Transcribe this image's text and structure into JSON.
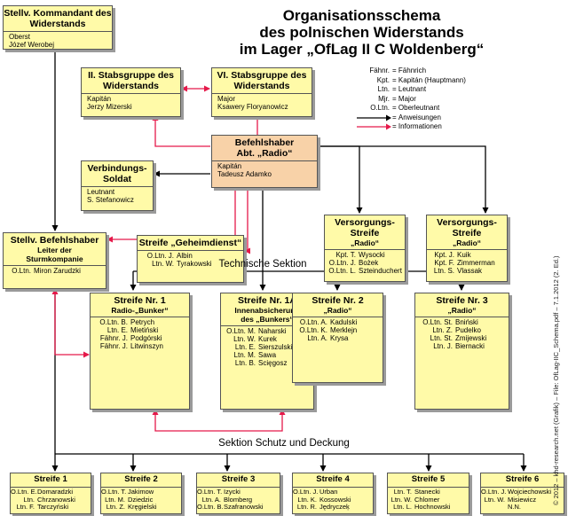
{
  "title": [
    "Organisationsschema",
    "des polnischen Widerstands",
    "im Lager „OfLag II C Woldenberg“"
  ],
  "colors": {
    "box": "#fffaa8",
    "hq": "#f8d2a8",
    "red": "#e5194a",
    "black": "#000000"
  },
  "legend": {
    "abbr": [
      {
        "a": "Fähnr.",
        "b": "Fähnrich"
      },
      {
        "a": "Kpt.",
        "b": "Kapitán (Hauptmann)"
      },
      {
        "a": "Ltn.",
        "b": "Leutnant"
      },
      {
        "a": "Mjr.",
        "b": "Major"
      },
      {
        "a": "O.Ltn.",
        "b": "Oberleutnant"
      }
    ],
    "black_arrow": "Anweisungen",
    "red_arrow": "Informationen"
  },
  "section_tech": "Technische Sektion",
  "section_schutz": "Sektion Schutz und Deckung",
  "copyright": "© 2012 – khd-research.net (Grafik) – File: OfLag-IIC_Schema.pdf – 7.1.2012 (2. Ed.)",
  "boxes": {
    "kommandant": {
      "title": "Stellv. Kommandant des Widerstands",
      "members": [
        "Oberst",
        "Józef Werobej"
      ]
    },
    "stab2": {
      "title": "II. Stabsgruppe des Widerstands",
      "members": [
        "Kapitán",
        "Jerzy Mizerski"
      ]
    },
    "stab6": {
      "title": "VI. Stabsgruppe des Widerstands",
      "members": [
        "Major",
        "Ksawery Floryanowicz"
      ]
    },
    "befehl": {
      "title": "Befehlshaber",
      "subtitle": "Abt. „Radio“",
      "members": [
        "Kapitán",
        "Tadeusz Adamko"
      ]
    },
    "verbindung": {
      "title": "Verbindungs- Soldat",
      "members": [
        "Leutnant",
        "S. Stefanowicz"
      ]
    },
    "sturm": {
      "title": "Stellv. Befehlshaber",
      "subtitle": "Leiter der Sturmkompanie",
      "rows": [
        {
          "r": "O.Ltn.",
          "n": "Miron Zarudzki"
        }
      ]
    },
    "geheim": {
      "title": "Streife „Geheimdienst“",
      "rows": [
        {
          "r": "O.Ltn. J.",
          "n": "Albin"
        },
        {
          "r": "Ltn. W.",
          "n": "Tyrakowski"
        }
      ]
    },
    "vers1": {
      "title": "Versorgungs- Streife",
      "subtitle": "„Radio“",
      "rows": [
        {
          "r": "Kpt. T.",
          "n": "Wysocki"
        },
        {
          "r": "O.Ltn. J.",
          "n": "Bożek"
        },
        {
          "r": "O.Ltn. L.",
          "n": "Szteinduchert"
        }
      ]
    },
    "vers2": {
      "title": "Versorgungs- Streife",
      "subtitle": "„Radio“",
      "rows": [
        {
          "r": "Kpt. J.",
          "n": "Kuik"
        },
        {
          "r": "Kpt. F.",
          "n": "Zimmerman"
        },
        {
          "r": "Ltn. S.",
          "n": "Vlassak"
        }
      ]
    },
    "s1": {
      "title": "Streife Nr. 1",
      "subtitle": "Radio-„Bunker“",
      "rows": [
        {
          "r": "O.Ltn. B.",
          "n": "Petrych"
        },
        {
          "r": "Ltn. E.",
          "n": "Mietiński"
        },
        {
          "r": "Fähnr. J.",
          "n": "Podgórski"
        },
        {
          "r": "Fähnr. J.",
          "n": "Litwinszyn"
        }
      ]
    },
    "s1a": {
      "title": "Streife Nr. 1A",
      "subtitle": "Innenabsicherung des „Bunkers“",
      "rows": [
        {
          "r": "O.Ltn. M.",
          "n": "Naharski"
        },
        {
          "r": "Ltn. W.",
          "n": "Kurek"
        },
        {
          "r": "Ltn. E.",
          "n": "Sierszulski"
        },
        {
          "r": "Ltn. M.",
          "n": "Sawa"
        },
        {
          "r": "Ltn. B.",
          "n": "Scięgosz"
        }
      ]
    },
    "s2": {
      "title": "Streife Nr. 2",
      "subtitle": "„Radio“",
      "rows": [
        {
          "r": "O.Ltn. A.",
          "n": "Kadulski"
        },
        {
          "r": "O.Ltn. K.",
          "n": "Merklejn"
        },
        {
          "r": "Ltn. A.",
          "n": "Krysa"
        }
      ]
    },
    "s3": {
      "title": "Streife Nr. 3",
      "subtitle": "„Radio“",
      "rows": [
        {
          "r": "O.Ltn. St.",
          "n": "Bniński"
        },
        {
          "r": "Ltn. Z.",
          "n": "Pudelko"
        },
        {
          "r": "Ltn. St.",
          "n": "Zmijewski"
        },
        {
          "r": "Ltn. J.",
          "n": "Biernacki"
        }
      ]
    },
    "b1": {
      "title": "Streife 1",
      "rows": [
        {
          "r": "O.Ltn. E.",
          "n": "Domaradzki"
        },
        {
          "r": "Ltn.",
          "n": "Chrzanowski"
        },
        {
          "r": "Ltn. F.",
          "n": "Tarczyński"
        }
      ]
    },
    "b2": {
      "title": "Streife 2",
      "rows": [
        {
          "r": "O.Ltn. T.",
          "n": "Jakimow"
        },
        {
          "r": "Ltn. M.",
          "n": "Dziedzic"
        },
        {
          "r": "Ltn. Z.",
          "n": "Kręgielski"
        }
      ]
    },
    "b3": {
      "title": "Streife 3",
      "rows": [
        {
          "r": "O.Ltn. T.",
          "n": "Izycki"
        },
        {
          "r": "Ltn. A.",
          "n": "Blomberg"
        },
        {
          "r": "O.Ltn. B.",
          "n": "Szafranowski"
        }
      ]
    },
    "b4": {
      "title": "Streife 4",
      "rows": [
        {
          "r": "O.Ltn. J.",
          "n": "Urban"
        },
        {
          "r": "Ltn. K.",
          "n": "Kossowski"
        },
        {
          "r": "Ltn. R.",
          "n": "Jędryczeķ"
        }
      ]
    },
    "b5": {
      "title": "Streife 5",
      "rows": [
        {
          "r": "Ltn. T.",
          "n": "Stanecki"
        },
        {
          "r": "Ltn. W.",
          "n": "Chlomer"
        },
        {
          "r": "Ltn. L.",
          "n": "Hochnowski"
        }
      ]
    },
    "b6": {
      "title": "Streife 6",
      "rows": [
        {
          "r": "O.Ltn. J.",
          "n": "Wojciechowski"
        },
        {
          "r": "Ltn. W.",
          "n": "Misiewicz"
        },
        {
          "r": "",
          "n": "N.N."
        }
      ]
    }
  }
}
